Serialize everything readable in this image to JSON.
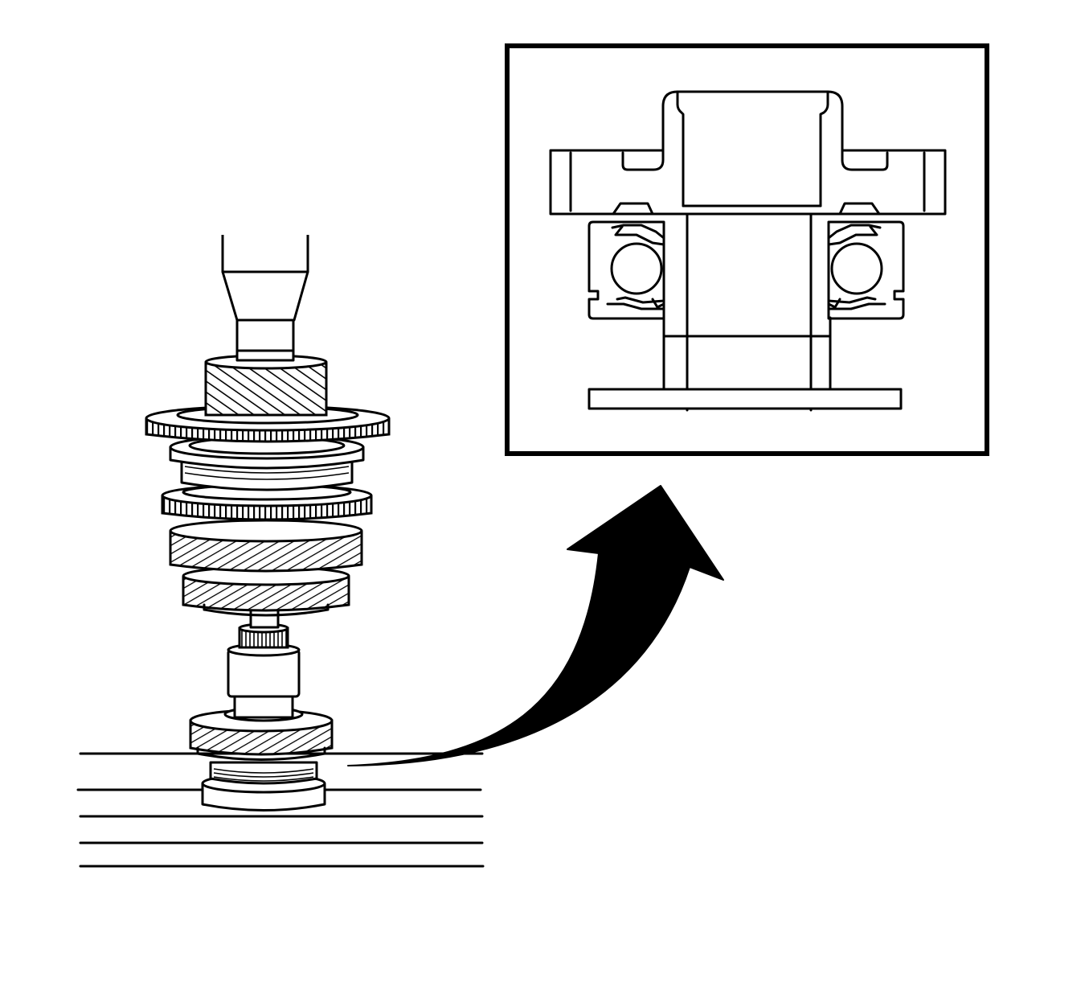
{
  "figure": {
    "background": "#ffffff",
    "line_color": "#000000",
    "components": {
      "press_ram": "press-ram",
      "shaft_assembly": "gear-shaft-assembly",
      "press_bed": "press-bed-plates",
      "callout_arrow": "callout-arrow",
      "detail_inset": "bearing-cross-section-detail"
    }
  }
}
